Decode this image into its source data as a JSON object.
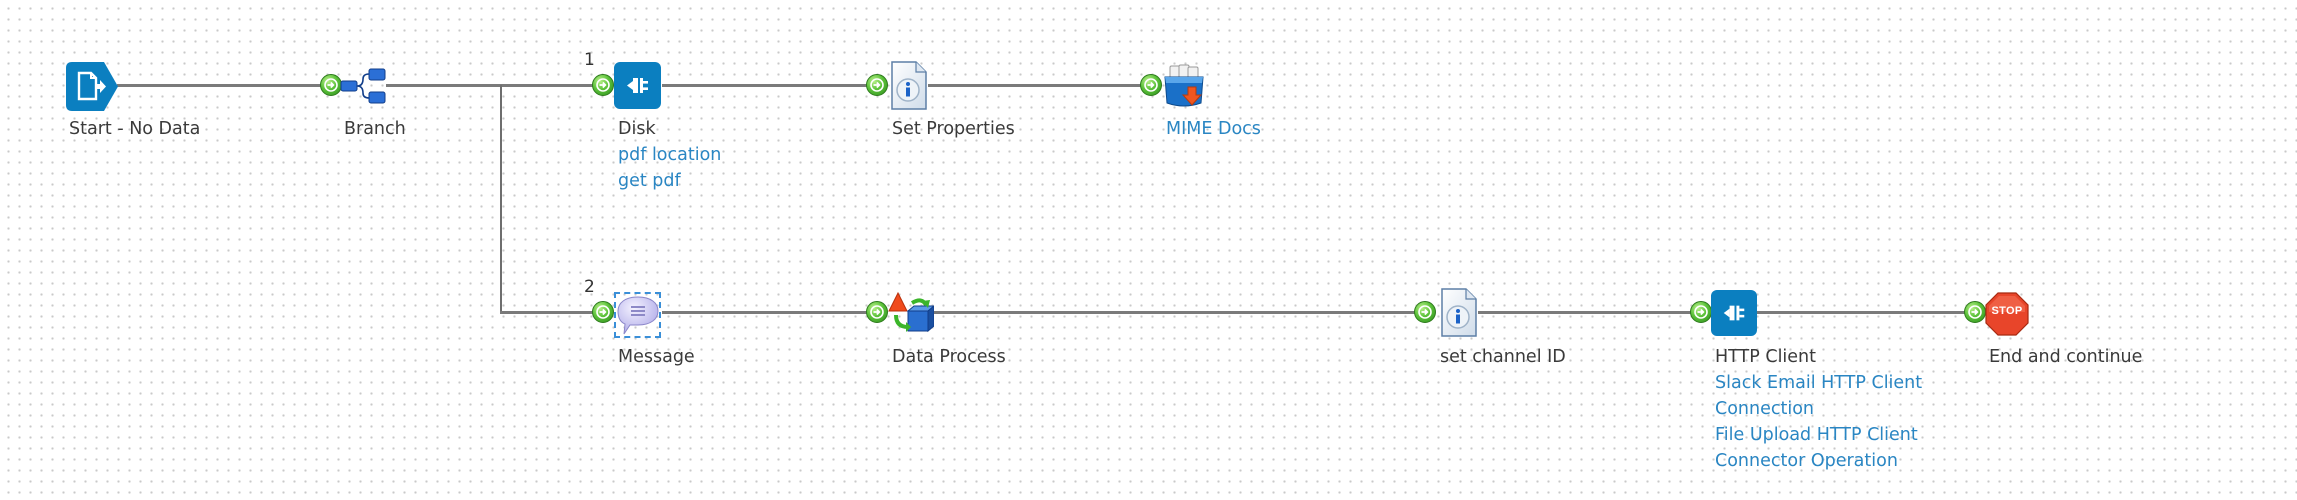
{
  "process": {
    "start": {
      "label": "Start - No Data",
      "icon": "start-no-data-icon"
    },
    "branch": {
      "label": "Branch",
      "icon": "branch-icon",
      "branch_numbers": [
        "1",
        "2"
      ]
    },
    "path1": [
      {
        "id": "disk",
        "label": "Disk",
        "icon": "connector-plug-icon",
        "sub": [
          "pdf location",
          "get pdf"
        ]
      },
      {
        "id": "set-properties",
        "label": "Set Properties",
        "icon": "document-info-icon",
        "sub": []
      },
      {
        "id": "mime-docs",
        "label": "MIME Docs",
        "icon": "process-call-icon",
        "sub": [],
        "label_is_link": true
      }
    ],
    "path2": [
      {
        "id": "message",
        "label": "Message",
        "icon": "speech-bubble-icon",
        "sub": [],
        "selected": true
      },
      {
        "id": "data-process",
        "label": "Data Process",
        "icon": "data-process-icon",
        "sub": []
      },
      {
        "id": "set-channel-id",
        "label": "set channel ID",
        "icon": "document-info-icon",
        "sub": []
      },
      {
        "id": "http-client",
        "label": "HTTP Client",
        "icon": "connector-plug-icon",
        "sub": [
          "Slack Email HTTP Client",
          "Connection",
          "File Upload HTTP Client",
          "Connector Operation"
        ]
      },
      {
        "id": "end-and-continue",
        "label": "End and continue",
        "icon": "stop-sign-icon",
        "sub": [],
        "stop_text": "STOP"
      }
    ]
  },
  "colors": {
    "connector_blue": "#0b7fc0",
    "link_blue": "#2a86c3",
    "label_text": "#3a3a3a",
    "line": "#7a7a7a",
    "stop_red": "#e8452a",
    "dot_green": "#5cc23a"
  }
}
